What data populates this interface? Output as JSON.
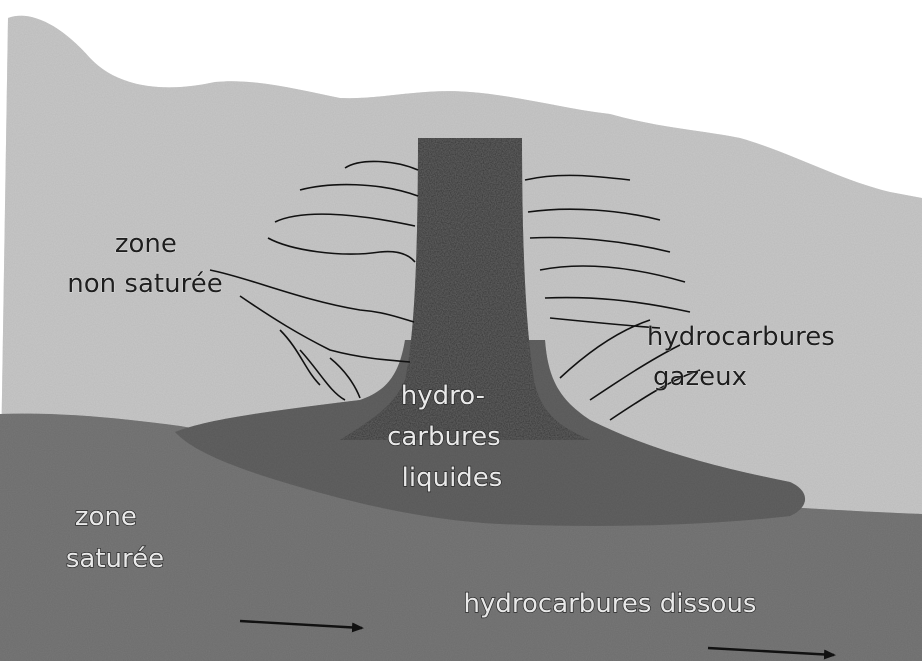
{
  "diagram": {
    "labels": {
      "unsaturated_zone": [
        "zone",
        "non saturée"
      ],
      "saturated_zone": [
        "zone",
        "saturée"
      ],
      "gaseous_hydrocarbons": [
        "hydrocarbures",
        "gazeux"
      ],
      "liquid_hydrocarbons": [
        "hydro-",
        "carbures",
        "liquides"
      ],
      "dissolved_hydrocarbons": "hydrocarbures dissous"
    }
  }
}
